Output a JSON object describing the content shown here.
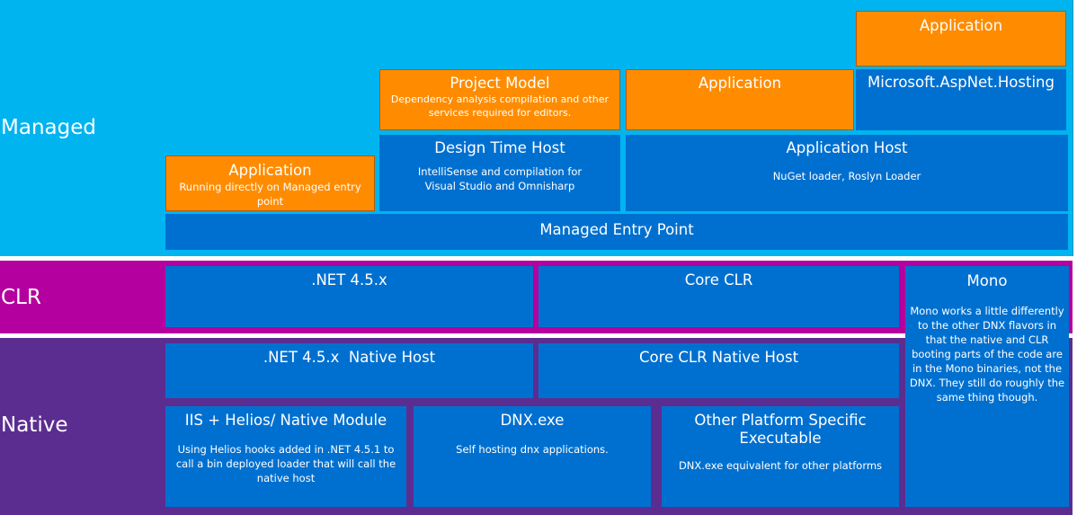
{
  "layers": {
    "managed": "Managed",
    "clr": "CLR",
    "native": "Native"
  },
  "managed": {
    "app_top": {
      "title": "Application"
    },
    "project_model": {
      "title": "Project Model",
      "desc": "Dependency analysis compilation and other services required for editors."
    },
    "app_mid": {
      "title": "Application"
    },
    "aspnet_hosting": {
      "title": "Microsoft.AspNet.Hosting"
    },
    "app_left": {
      "title": "Application",
      "desc": "Running directly on Managed entry point"
    },
    "design_time_host": {
      "title": "Design Time Host",
      "desc": "IntelliSense and compilation for Visual Studio and Omnisharp"
    },
    "application_host": {
      "title": "Application Host",
      "desc": "NuGet loader, Roslyn Loader"
    },
    "managed_entry_point": {
      "title": "Managed Entry Point"
    }
  },
  "clr": {
    "net45": {
      "title": ".NET 4.5.x"
    },
    "coreclr": {
      "title": "Core CLR"
    }
  },
  "mono": {
    "title": "Mono",
    "desc": "Mono works a little differently to the other DNX flavors in that the native and CLR booting parts of the code are in the Mono binaries, not the DNX. They still do roughly the same thing though."
  },
  "native": {
    "net45_native_host": {
      "title": ".NET 4.5.x  Native Host"
    },
    "coreclr_native_host": {
      "title": "Core CLR Native Host"
    },
    "iis_helios": {
      "title": "IIS + Helios/ Native Module",
      "desc": "Using Helios hooks added in .NET 4.5.1 to call a bin deployed loader that will call the native host"
    },
    "dnx_exe": {
      "title": "DNX.exe",
      "desc": "Self hosting dnx applications."
    },
    "other_platform": {
      "title": "Other Platform Specific Executable",
      "desc": "DNX.exe equivalent for other platforms"
    }
  },
  "colors": {
    "managed_layer": "#00b4f0",
    "clr_layer": "#b4009e",
    "native_layer": "#5c2d91",
    "box_blue": "#0070d0",
    "box_orange": "#ff8c00"
  }
}
